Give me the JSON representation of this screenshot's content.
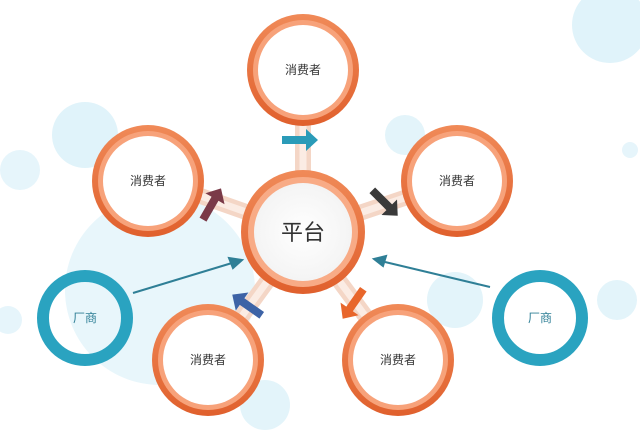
{
  "diagram": {
    "hub": {
      "label": "平台"
    },
    "consumers": [
      {
        "label": "消费者"
      },
      {
        "label": "消费者"
      },
      {
        "label": "消费者"
      },
      {
        "label": "消费者"
      },
      {
        "label": "消费者"
      }
    ],
    "vendors": [
      {
        "label": "厂商"
      },
      {
        "label": "厂商"
      }
    ]
  },
  "colors": {
    "ring_orange": "#ec7443",
    "ring_orange_light": "#f6a57a",
    "vendor_teal": "#2aa3c0",
    "bubble_blue": "#cdebf6",
    "arrow_teal": "#2a9bb8",
    "arrow_dark": "#3a3a3a",
    "arrow_orange": "#e8662b",
    "arrow_blue": "#3d63a6",
    "arrow_maroon": "#7a3a48"
  }
}
